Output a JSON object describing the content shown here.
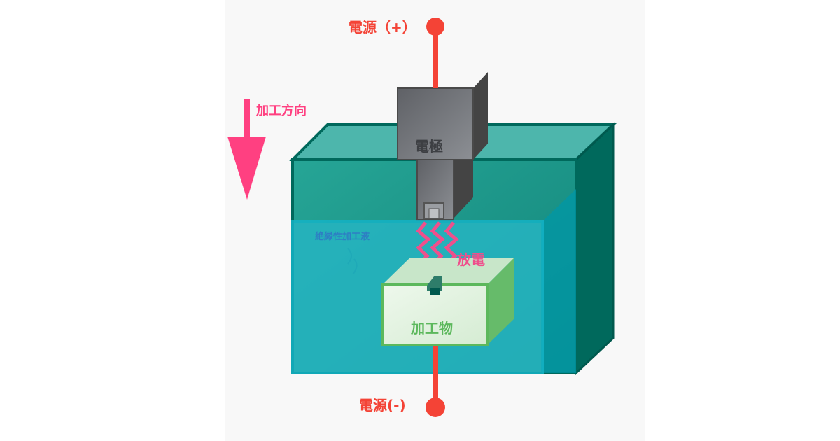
{
  "labels": {
    "power_plus": "電源（+）",
    "power_minus": "電源(-)",
    "direction": "加工方向",
    "electrode": "電極",
    "fluid": "絶縁性加工液",
    "discharge": "放電",
    "workpiece": "加工物"
  },
  "colors": {
    "wire": "#f44336",
    "arrow": "#ff4081",
    "workpiece_text": "#5cb85c",
    "fluid_text": "#2e7dc4"
  }
}
